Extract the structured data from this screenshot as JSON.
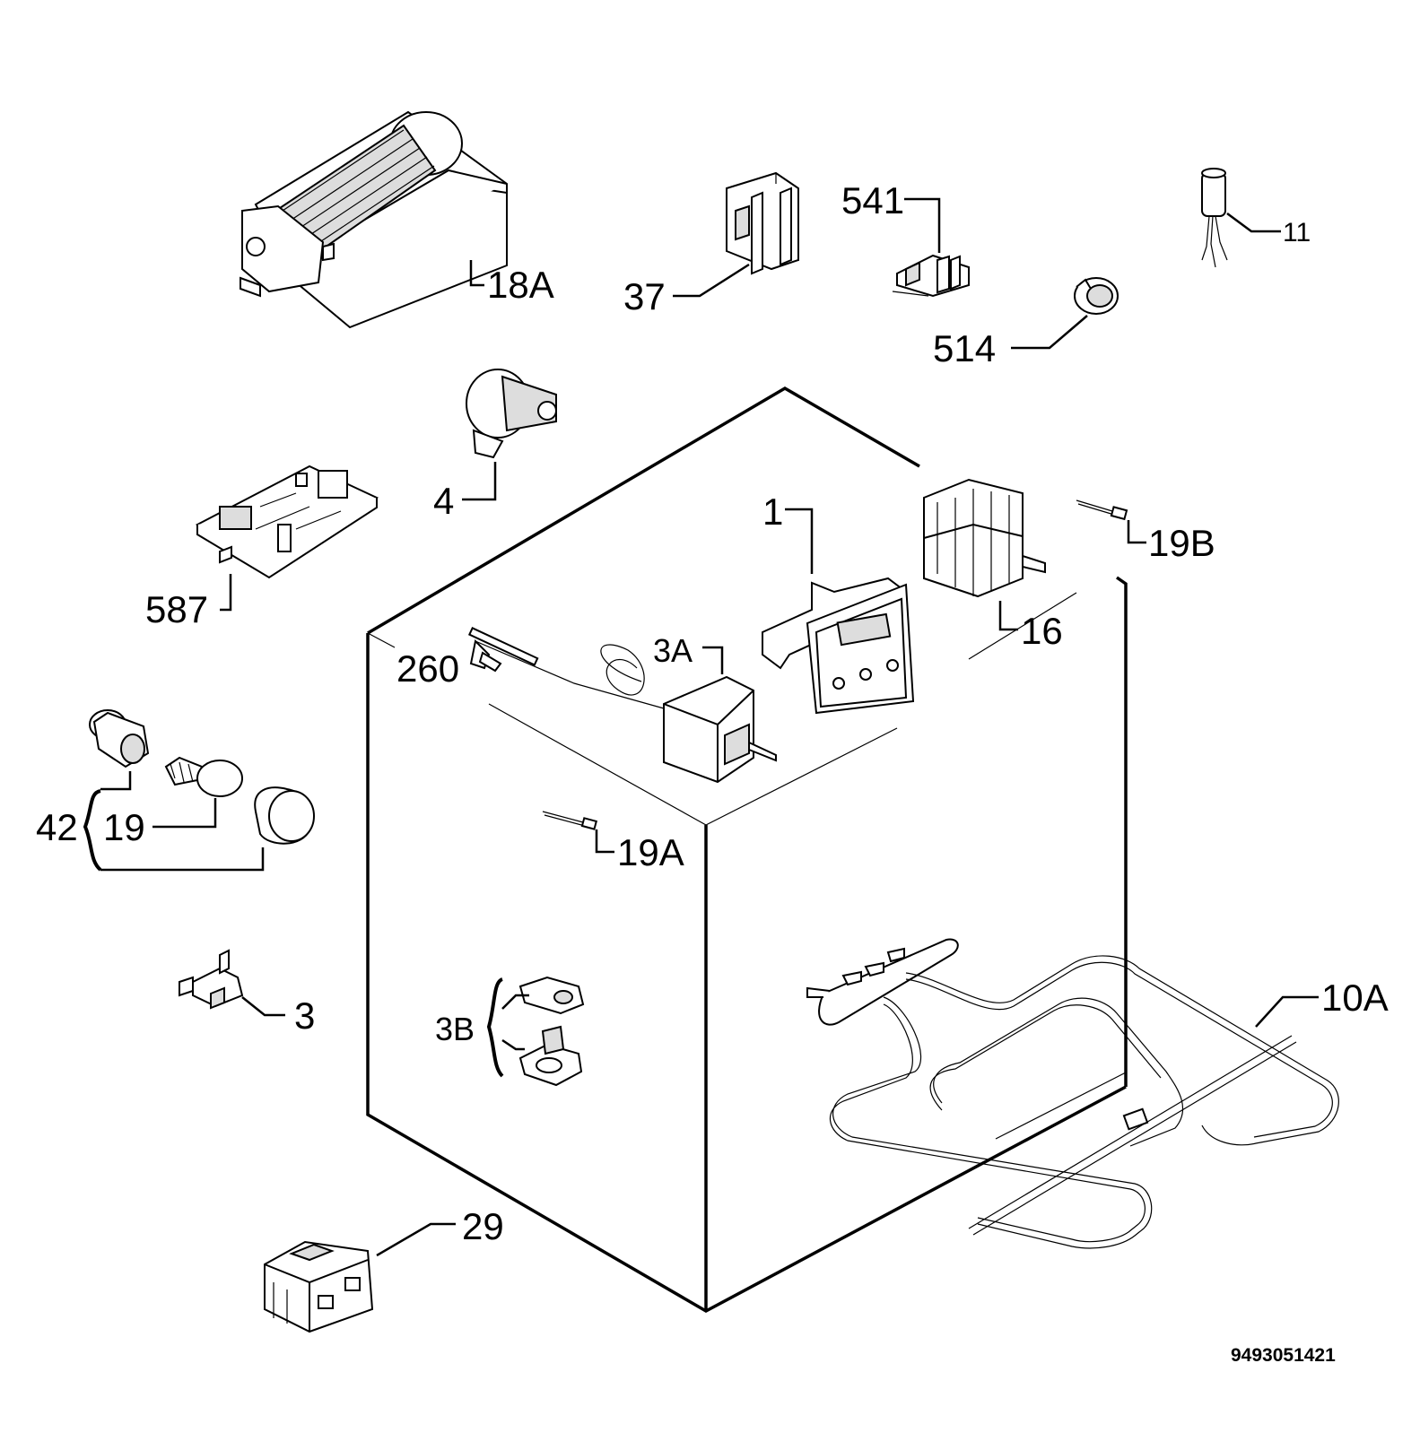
{
  "labels": {
    "l18a": "18A",
    "l37": "37",
    "l541": "541",
    "l11": "11",
    "l514": "514",
    "l4": "4",
    "l587": "587",
    "l1": "1",
    "l16": "16",
    "l19b": "19B",
    "l3a": "3A",
    "l260": "260",
    "l42": "42",
    "l19": "19",
    "l19a": "19A",
    "l10a": "10A",
    "l3": "3",
    "l3b": "3B",
    "l29": "29"
  },
  "document_number": "9493051421"
}
